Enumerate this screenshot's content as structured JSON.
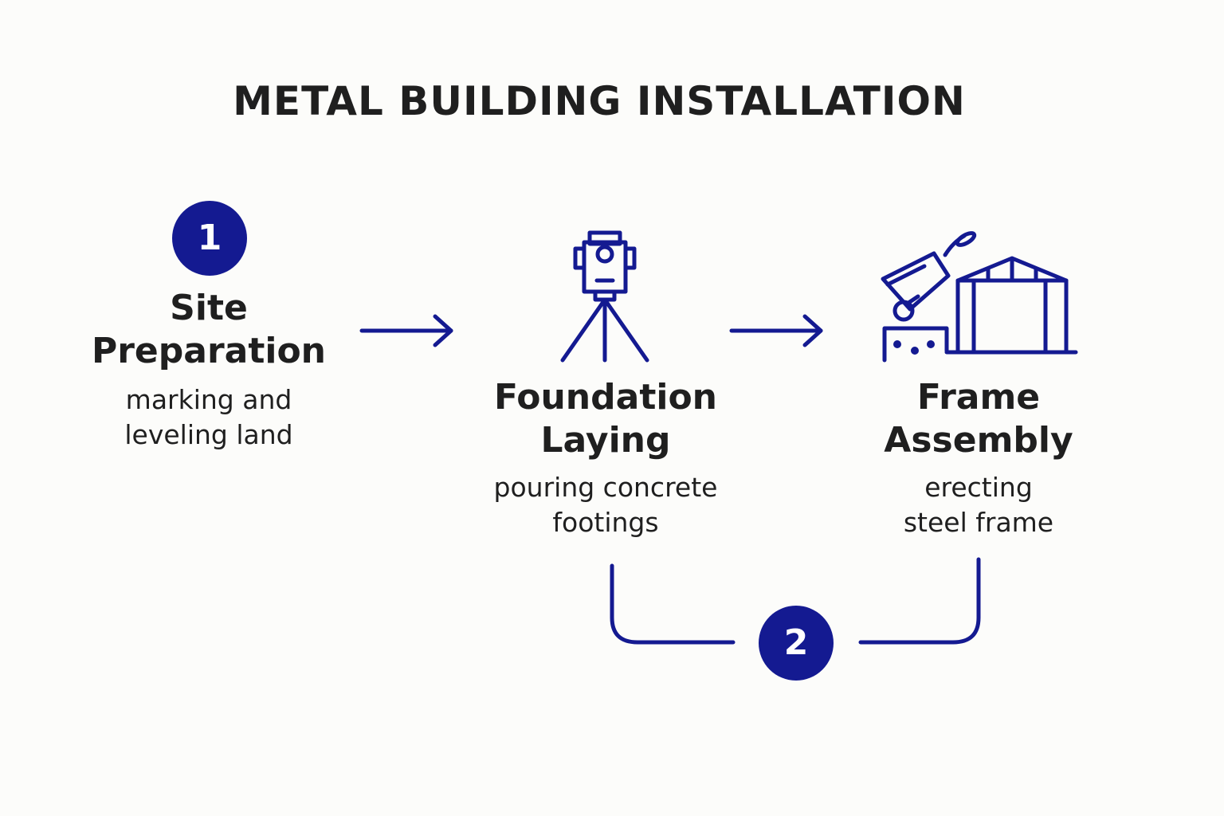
{
  "title": "METAL BUILDING INSTALLATION",
  "steps": [
    {
      "badge": "1",
      "title_lines": [
        "Site",
        "Preparation"
      ],
      "desc_lines": [
        "marking and",
        "leveling land"
      ]
    },
    {
      "title_lines": [
        "Foundation",
        "Laying"
      ],
      "desc_lines": [
        "pouring concrete",
        "footings"
      ],
      "icon": "surveying-tripod-icon"
    },
    {
      "title_lines": [
        "Frame",
        "Assembly"
      ],
      "desc_lines": [
        "erecting",
        "steel frame"
      ],
      "icon": "building-frame-icon"
    }
  ],
  "group_badge": "2",
  "colors": {
    "accent": "#141a91",
    "text": "#1f1f1f",
    "background": "#fcfcfa"
  }
}
